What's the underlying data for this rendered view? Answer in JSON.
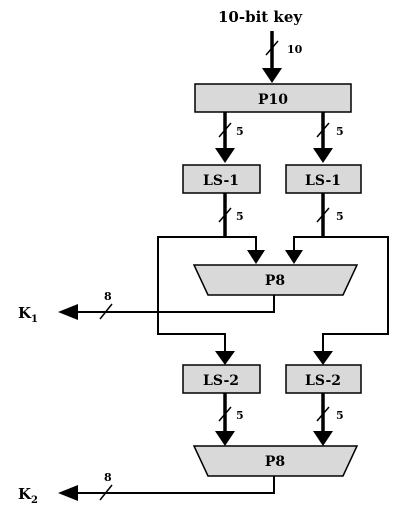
{
  "diagram": {
    "title": "10-bit key",
    "blocks": {
      "p10": "P10",
      "ls1_left": "LS-1",
      "ls1_right": "LS-1",
      "p8_top": "P8",
      "ls2_left": "LS-2",
      "ls2_right": "LS-2",
      "p8_bottom": "P8"
    },
    "widths": {
      "key": "10",
      "p10_left": "5",
      "p10_right": "5",
      "ls1_left_out": "5",
      "ls1_right_out": "5",
      "k1": "8",
      "ls2_left_out": "5",
      "ls2_right_out": "5",
      "k2": "8"
    },
    "outputs": {
      "k1": "K",
      "k1_sub": "1",
      "k2": "K",
      "k2_sub": "2"
    }
  }
}
